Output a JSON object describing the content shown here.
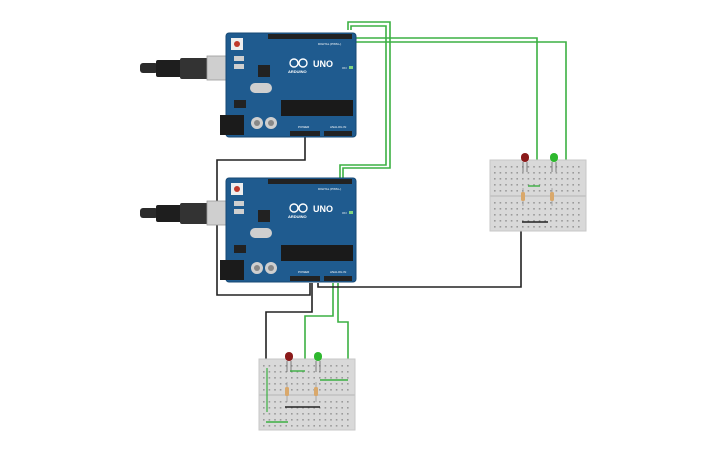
{
  "boards": [
    {
      "id": "arduino-1",
      "model_label": "UNO",
      "brand_label": "ARDUINO",
      "digital_label": "DIGITAL (PWM~)",
      "power_label": "POWER",
      "analog_label": "ANALOG IN",
      "on_label": "ON"
    },
    {
      "id": "arduino-2",
      "model_label": "UNO",
      "brand_label": "ARDUINO",
      "digital_label": "DIGITAL (PWM~)",
      "power_label": "POWER",
      "analog_label": "ANALOG IN",
      "on_label": "ON"
    }
  ],
  "colors": {
    "board": "#1f5b8f",
    "board_dark": "#174a75",
    "breadboard": "#d9d9d9",
    "breadboard_line": "#c7c7c7",
    "wire_green": "#3cb043",
    "wire_black": "#222222",
    "led_red": "#8b1a1a",
    "led_green": "#2eb82e",
    "usb_plug": "#2b2b2b",
    "usb_metal": "#cfcfcf"
  }
}
